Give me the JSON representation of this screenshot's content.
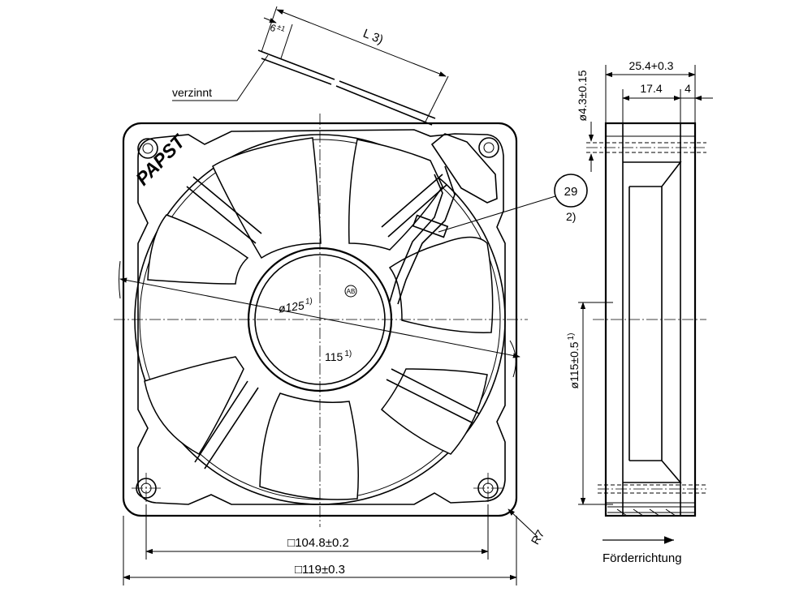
{
  "labels": {
    "tinned": "verzinnt",
    "lead_length": "L 3)",
    "strip_length": "6",
    "strip_tol": "±1",
    "brand": "PAPST",
    "diameter_outer": "ø125",
    "diameter_outer_note": "1)",
    "diameter_inner": "115",
    "diameter_inner_note": "1)",
    "hub_mark": "AB",
    "ref_number": "29",
    "ref_note": "2)",
    "radius": "R7",
    "hole_pitch": "□104.8±0.2",
    "frame_size": "□119±0.3",
    "depth_total": "25.4+0.3",
    "depth_frame": "17.4",
    "flange": "4",
    "hole_diameter": "ø4.3±0.15",
    "side_diameter": "ø115±0.5",
    "side_diameter_note": "1)",
    "flow_direction": "Förderrichtung"
  },
  "colors": {
    "line": "#000000",
    "background": "#ffffff"
  }
}
